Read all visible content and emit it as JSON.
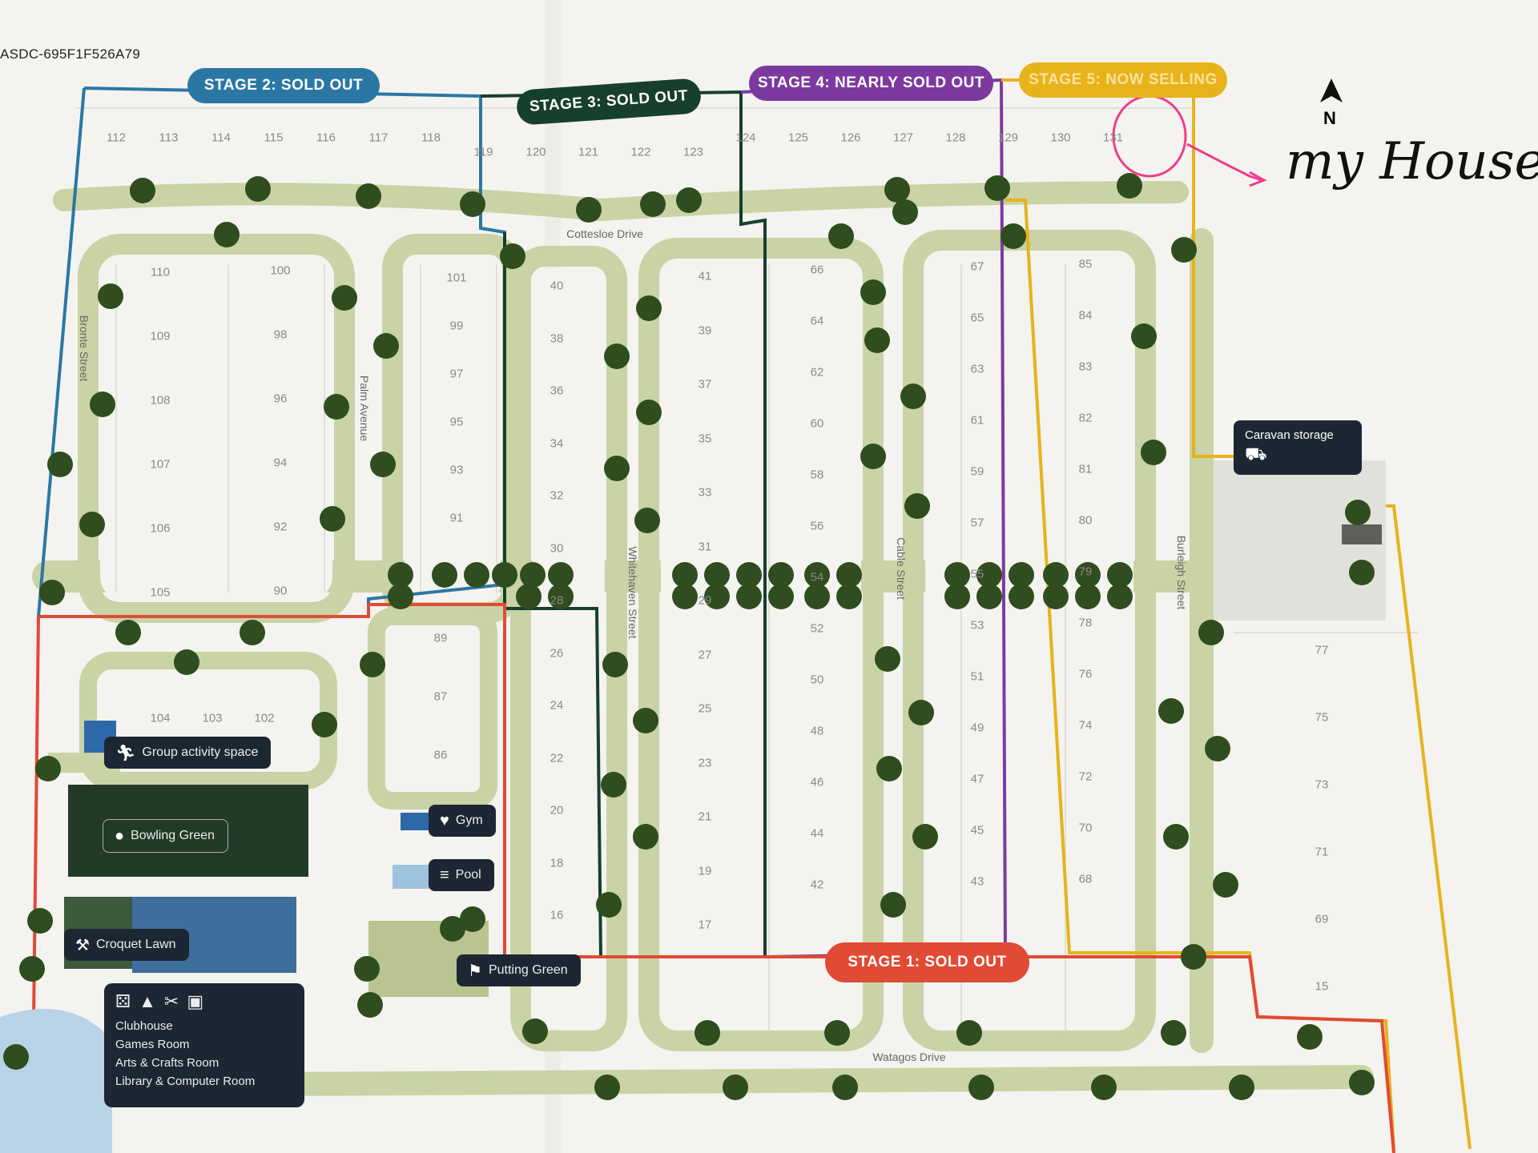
{
  "doc_id": "ASDC-695F1F526A79",
  "stages": [
    {
      "label": "STAGE 2: SOLD OUT",
      "color": "#2b77a4"
    },
    {
      "label": "STAGE 3: SOLD OUT",
      "color": "#173f2d"
    },
    {
      "label": "STAGE 4: NEARLY SOLD OUT",
      "color": "#7c3aa0"
    },
    {
      "label": "STAGE 5: NOW SELLING",
      "color": "#e8b21a"
    },
    {
      "label": "STAGE 1: SOLD OUT",
      "color": "#e14a34"
    }
  ],
  "streets": {
    "cottesloe": "Cottesloe Drive",
    "bronte": "Bronte Street",
    "palm": "Palm Avenue",
    "whitehaven": "Whitehaven Street",
    "cable": "Cable Street",
    "burleigh": "Burleigh Street",
    "watagos": "Watagos Drive"
  },
  "lots": {
    "top_row": [
      "112",
      "113",
      "114",
      "115",
      "116",
      "117",
      "118",
      "119",
      "120",
      "121",
      "122",
      "123",
      "124",
      "125",
      "126",
      "127",
      "128",
      "129",
      "130",
      "131"
    ],
    "block_a_left": [
      "110",
      "109",
      "108",
      "107",
      "106",
      "105"
    ],
    "block_a_right": [
      "100",
      "98",
      "96",
      "94",
      "92",
      "90"
    ],
    "block_b": [
      "101",
      "99",
      "97",
      "95",
      "93",
      "91"
    ],
    "block_c": [
      "40",
      "38",
      "36",
      "34",
      "32",
      "30",
      "28",
      "26",
      "24",
      "22",
      "20",
      "18",
      "16"
    ],
    "block_d": [
      "41",
      "39",
      "37",
      "35",
      "33",
      "31",
      "29",
      "27",
      "25",
      "23",
      "21",
      "19",
      "17"
    ],
    "block_e": [
      "66",
      "64",
      "62",
      "60",
      "58",
      "56",
      "54",
      "52",
      "50",
      "48",
      "46",
      "44",
      "42"
    ],
    "block_f": [
      "67",
      "65",
      "63",
      "61",
      "59",
      "57",
      "55",
      "53",
      "51",
      "49",
      "47",
      "45",
      "43"
    ],
    "block_g": [
      "85",
      "84",
      "83",
      "82",
      "81",
      "80",
      "79",
      "78",
      "76",
      "74",
      "72",
      "70",
      "68"
    ],
    "block_h": [
      "77",
      "75",
      "73",
      "71",
      "69",
      "15"
    ],
    "block_i": [
      "89",
      "87",
      "86"
    ],
    "block_j": [
      "104",
      "103",
      "102"
    ]
  },
  "amenities": {
    "group": "Group activity space",
    "bowling": "Bowling Green",
    "croquet": "Croquet Lawn",
    "gym": "Gym",
    "pool": "Pool",
    "putting": "Putting Green",
    "caravan": "Caravan storage",
    "club_lines": [
      "Clubhouse",
      "Games Room",
      "Arts & Crafts Room",
      "Library & Computer Room"
    ]
  },
  "compass": "N",
  "annotation": {
    "text": "my House",
    "lot": "131",
    "color": "#ee3d8a"
  },
  "colors": {
    "paper": "#f4f3ef",
    "green": "#c9d3a5",
    "tree": "#2f4d1e"
  }
}
